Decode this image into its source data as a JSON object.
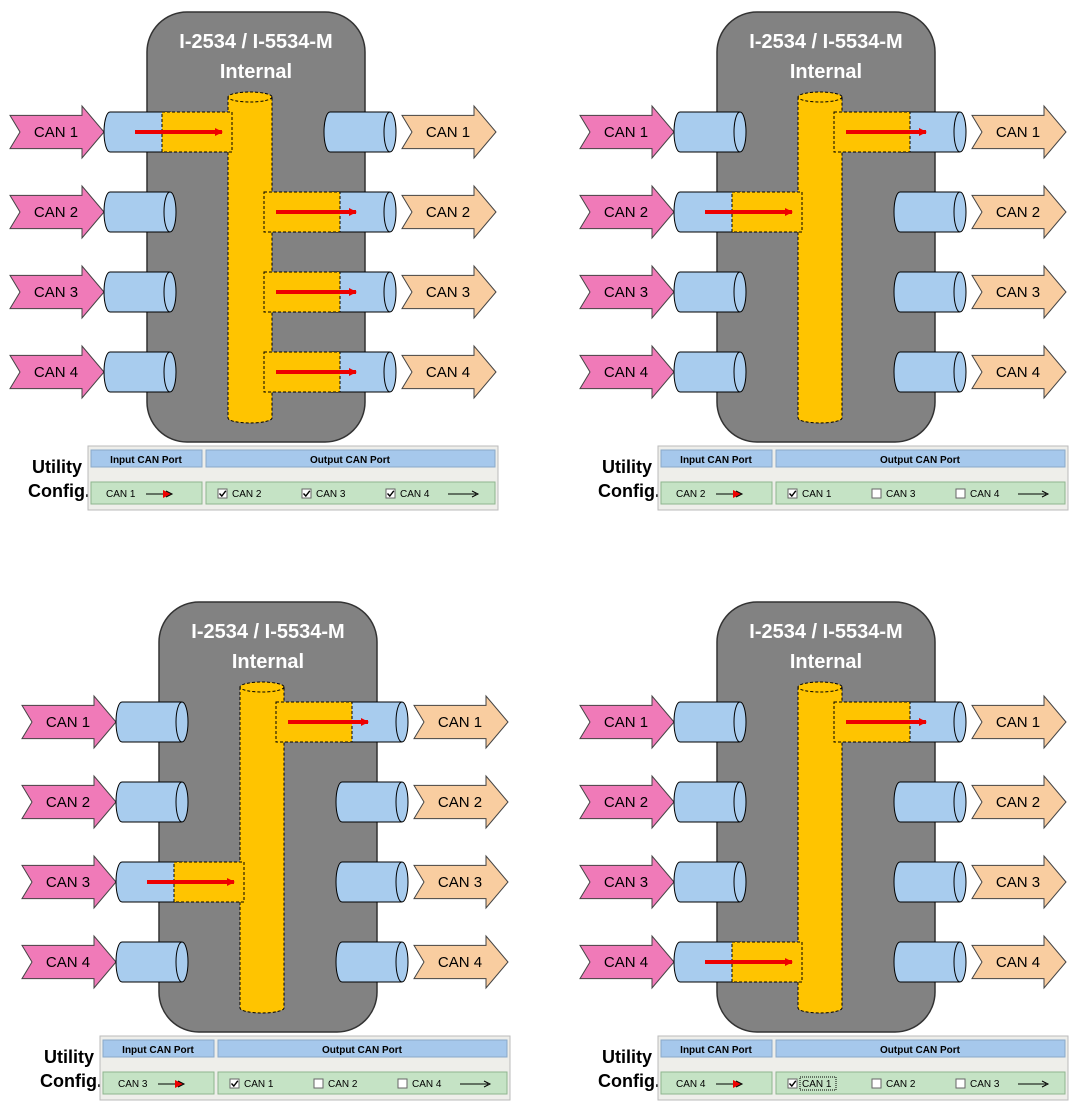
{
  "common": {
    "device_title": "I-2534 / I-5534-M",
    "device_subtitle": "Internal",
    "utility_label_line1": "Utility",
    "utility_label_line2": "Config.",
    "input_port_header": "Input CAN Port",
    "output_port_header": "Output CAN Port",
    "input_arrow_labels": [
      "CAN 1",
      "CAN 2",
      "CAN 3",
      "CAN 4"
    ],
    "output_arrow_labels": [
      "CAN 1",
      "CAN 2",
      "CAN 3",
      "CAN 4"
    ]
  },
  "colors": {
    "device_body": "#828282",
    "connector": "#a8ccee",
    "bus": "#ffc400",
    "flow_arrow": "#ee0000",
    "input_arrow": "#f07ab8",
    "output_arrow": "#f9cda0",
    "header_bar": "#a6c8ec",
    "config_bar": "#c5e3c5"
  },
  "scenarios": [
    {
      "input_port_index": 0,
      "input_value": "CAN 1",
      "outputs": [
        {
          "label": "CAN 2",
          "checked": true,
          "focused": false
        },
        {
          "label": "CAN 3",
          "checked": true,
          "focused": false
        },
        {
          "label": "CAN 4",
          "checked": true,
          "focused": false
        }
      ],
      "active_output_indices": [
        1,
        2,
        3
      ]
    },
    {
      "input_port_index": 1,
      "input_value": "CAN 2",
      "outputs": [
        {
          "label": "CAN 1",
          "checked": true,
          "focused": false
        },
        {
          "label": "CAN 3",
          "checked": false,
          "focused": false
        },
        {
          "label": "CAN 4",
          "checked": false,
          "focused": false
        }
      ],
      "active_output_indices": [
        0
      ]
    },
    {
      "input_port_index": 2,
      "input_value": "CAN 3",
      "outputs": [
        {
          "label": "CAN 1",
          "checked": true,
          "focused": false
        },
        {
          "label": "CAN 2",
          "checked": false,
          "focused": false
        },
        {
          "label": "CAN 4",
          "checked": false,
          "focused": false
        }
      ],
      "active_output_indices": [
        0
      ]
    },
    {
      "input_port_index": 3,
      "input_value": "CAN 4",
      "outputs": [
        {
          "label": "CAN 1",
          "checked": true,
          "focused": true
        },
        {
          "label": "CAN 2",
          "checked": false,
          "focused": false
        },
        {
          "label": "CAN 3",
          "checked": false,
          "focused": false
        }
      ],
      "active_output_indices": [
        0
      ]
    }
  ]
}
